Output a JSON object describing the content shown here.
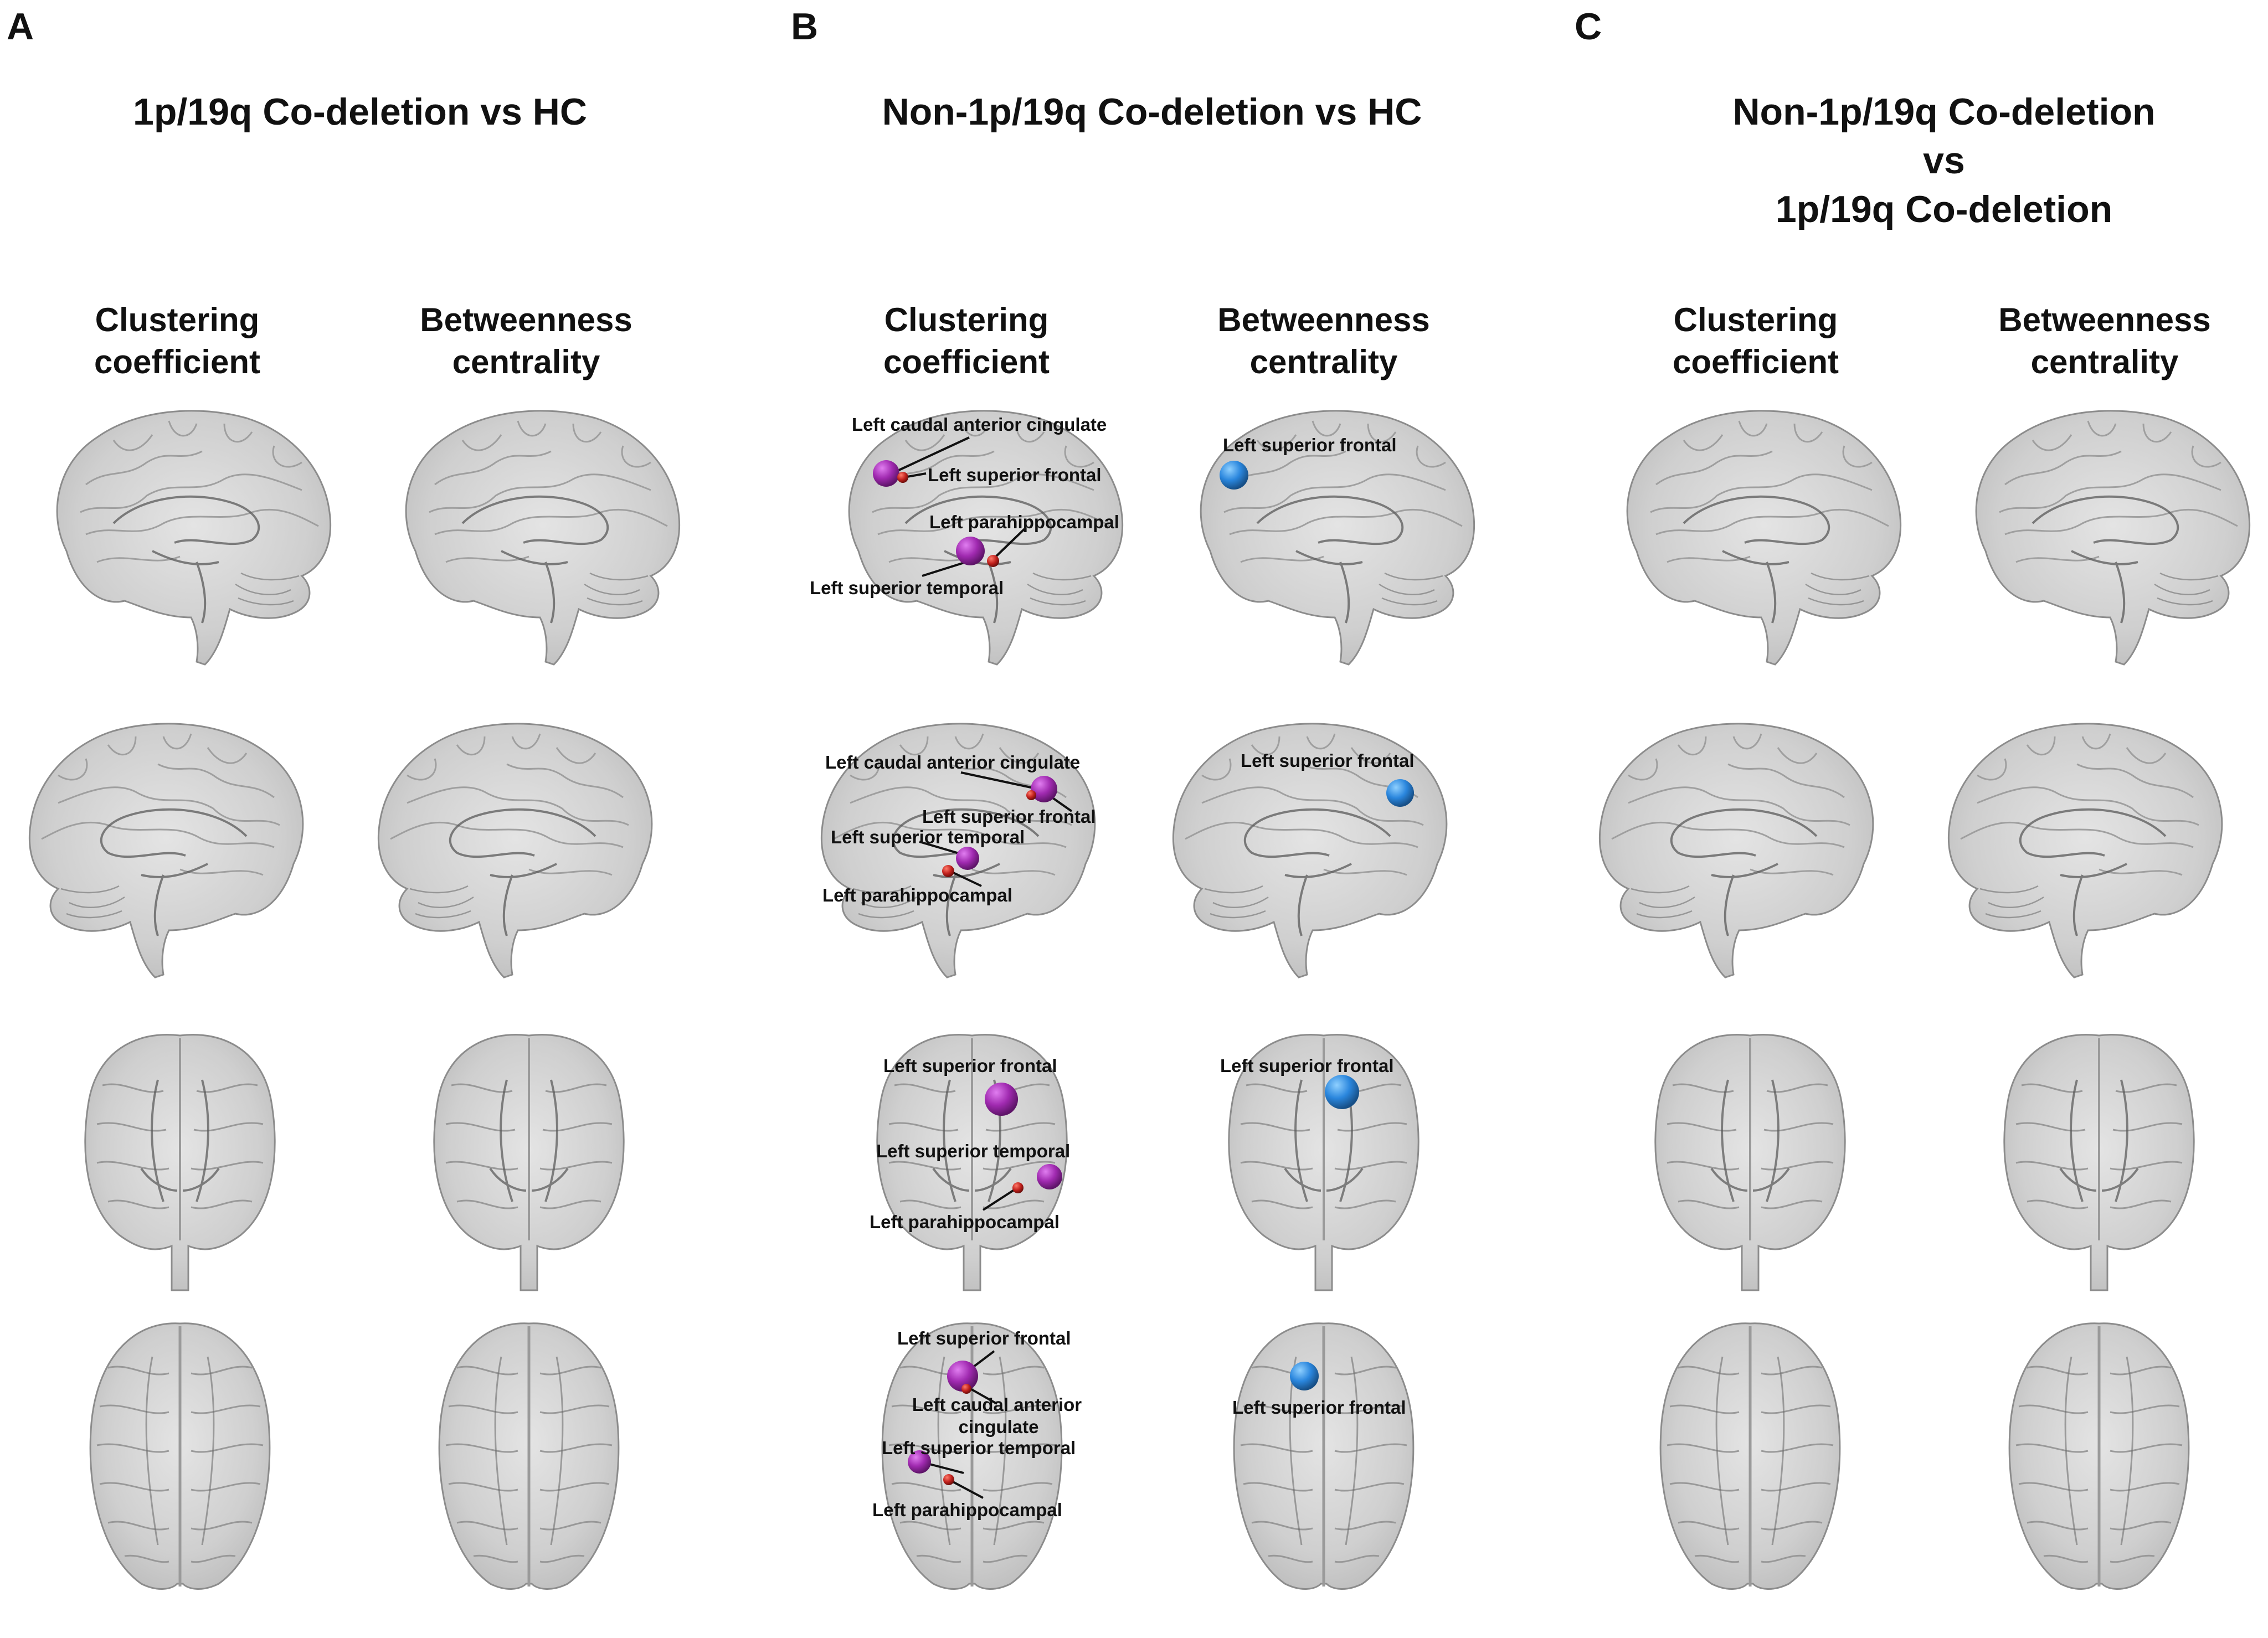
{
  "figure": {
    "panels": [
      {
        "letter": "A",
        "title_lines": [
          "1p/19q Co-deletion vs HC"
        ],
        "columns": [
          {
            "line1": "Clustering",
            "line2": "coefficient"
          },
          {
            "line1": "Betweenness",
            "line2": "centrality"
          }
        ]
      },
      {
        "letter": "B",
        "title_lines": [
          "Non-1p/19q Co-deletion vs HC"
        ],
        "columns": [
          {
            "line1": "Clustering",
            "line2": "coefficient"
          },
          {
            "line1": "Betweenness",
            "line2": "centrality"
          }
        ],
        "annotations": {
          "clustering_row1": [
            "Left caudal anterior cingulate",
            "Left superior frontal",
            "Left parahippocampal",
            "Left superior temporal"
          ],
          "clustering_row2": [
            "Left caudal anterior cingulate",
            "Left superior frontal",
            "Left superior temporal",
            "Left parahippocampal"
          ],
          "clustering_row3": [
            "Left superior frontal",
            "Left superior temporal",
            "Left parahippocampal"
          ],
          "clustering_row4": [
            "Left superior frontal",
            "Left caudal anterior",
            "cingulate",
            "Left superior temporal",
            "Left parahippocampal"
          ],
          "betweenness_row1": [
            "Left superior frontal"
          ],
          "betweenness_row2": [
            "Left superior frontal"
          ],
          "betweenness_row3": [
            "Left superior frontal"
          ],
          "betweenness_row4": [
            "Left superior frontal"
          ]
        }
      },
      {
        "letter": "C",
        "title_lines": [
          "Non-1p/19q Co-deletion",
          "vs",
          "1p/19q Co-deletion"
        ],
        "columns": [
          {
            "line1": "Clustering",
            "line2": "coefficient"
          },
          {
            "line1": "Betweenness",
            "line2": "centrality"
          }
        ]
      }
    ],
    "colors": {
      "clustering_node": "#a02ab0",
      "betweenness_node": "#2a86dd",
      "small_node": "#c0201c",
      "brain_fill": "#d2d2d2",
      "brain_line": "#8a8a8a"
    }
  }
}
